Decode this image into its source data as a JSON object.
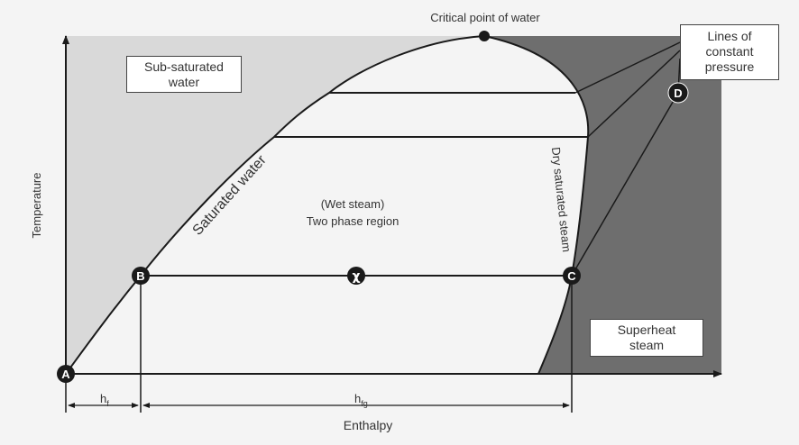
{
  "title": "Critical point of water",
  "axes": {
    "x_label": "Enthalpy",
    "y_label": "Temperature"
  },
  "regions": {
    "sub_saturated": "Sub-saturated water",
    "wet_steam_line1": "(Wet steam)",
    "wet_steam_line2": "Two phase region",
    "superheat": "Superheat steam",
    "constant_pressure": "Lines of constant pressure"
  },
  "curves": {
    "saturated_water": "Saturated water",
    "dry_saturated_steam": "Dry saturated steam"
  },
  "points": {
    "A": "A",
    "B": "B",
    "C": "C",
    "D": "D",
    "x": "χ"
  },
  "dimensions": {
    "hf_main": "h",
    "hf_sub": "f",
    "hfg_main": "h",
    "hfg_sub": "fg"
  },
  "colors": {
    "background": "#f4f4f4",
    "light_region": "#d9d9d9",
    "dark_region": "#6e6e6e",
    "line": "#1a1a1a",
    "marker": "#1a1a1a"
  }
}
